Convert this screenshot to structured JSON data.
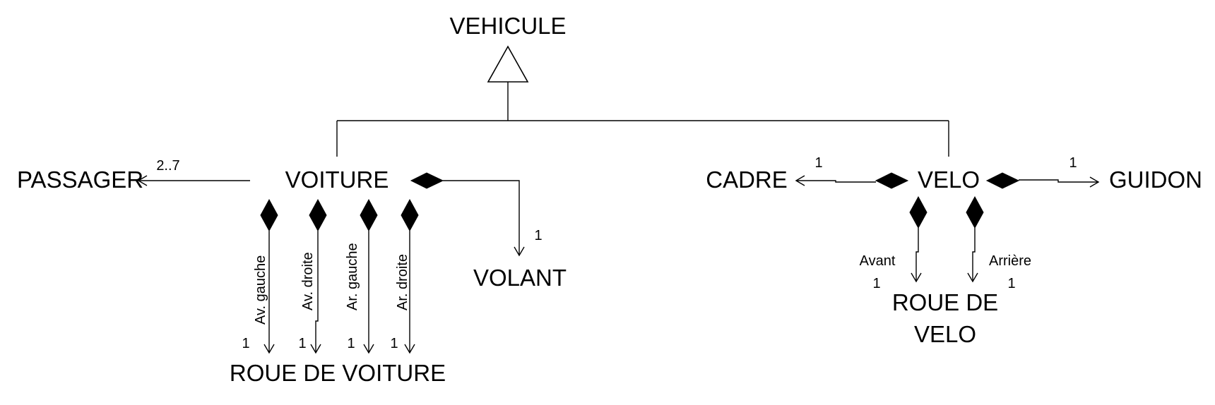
{
  "classes": {
    "vehicule": "VEHICULE",
    "voiture": "VOITURE",
    "velo": "VELO",
    "passager": "PASSAGER",
    "volant": "VOLANT",
    "roue_voiture": "ROUE DE VOITURE",
    "cadre": "CADRE",
    "guidon": "GUIDON",
    "roue_velo_line1": "ROUE DE",
    "roue_velo_line2": "VELO"
  },
  "relations": {
    "passager_mult": "2..7",
    "volant_mult": "1",
    "wheels": [
      {
        "role": "Av. gauche",
        "mult": "1"
      },
      {
        "role": "Av. droite",
        "mult": "1"
      },
      {
        "role": "Ar. gauche",
        "mult": "1"
      },
      {
        "role": "Ar. droite",
        "mult": "1"
      }
    ],
    "cadre_mult": "1",
    "guidon_mult": "1",
    "velo_avant_role": "Avant",
    "velo_avant_mult": "1",
    "velo_arriere_role": "Arrière",
    "velo_arriere_mult": "1"
  }
}
